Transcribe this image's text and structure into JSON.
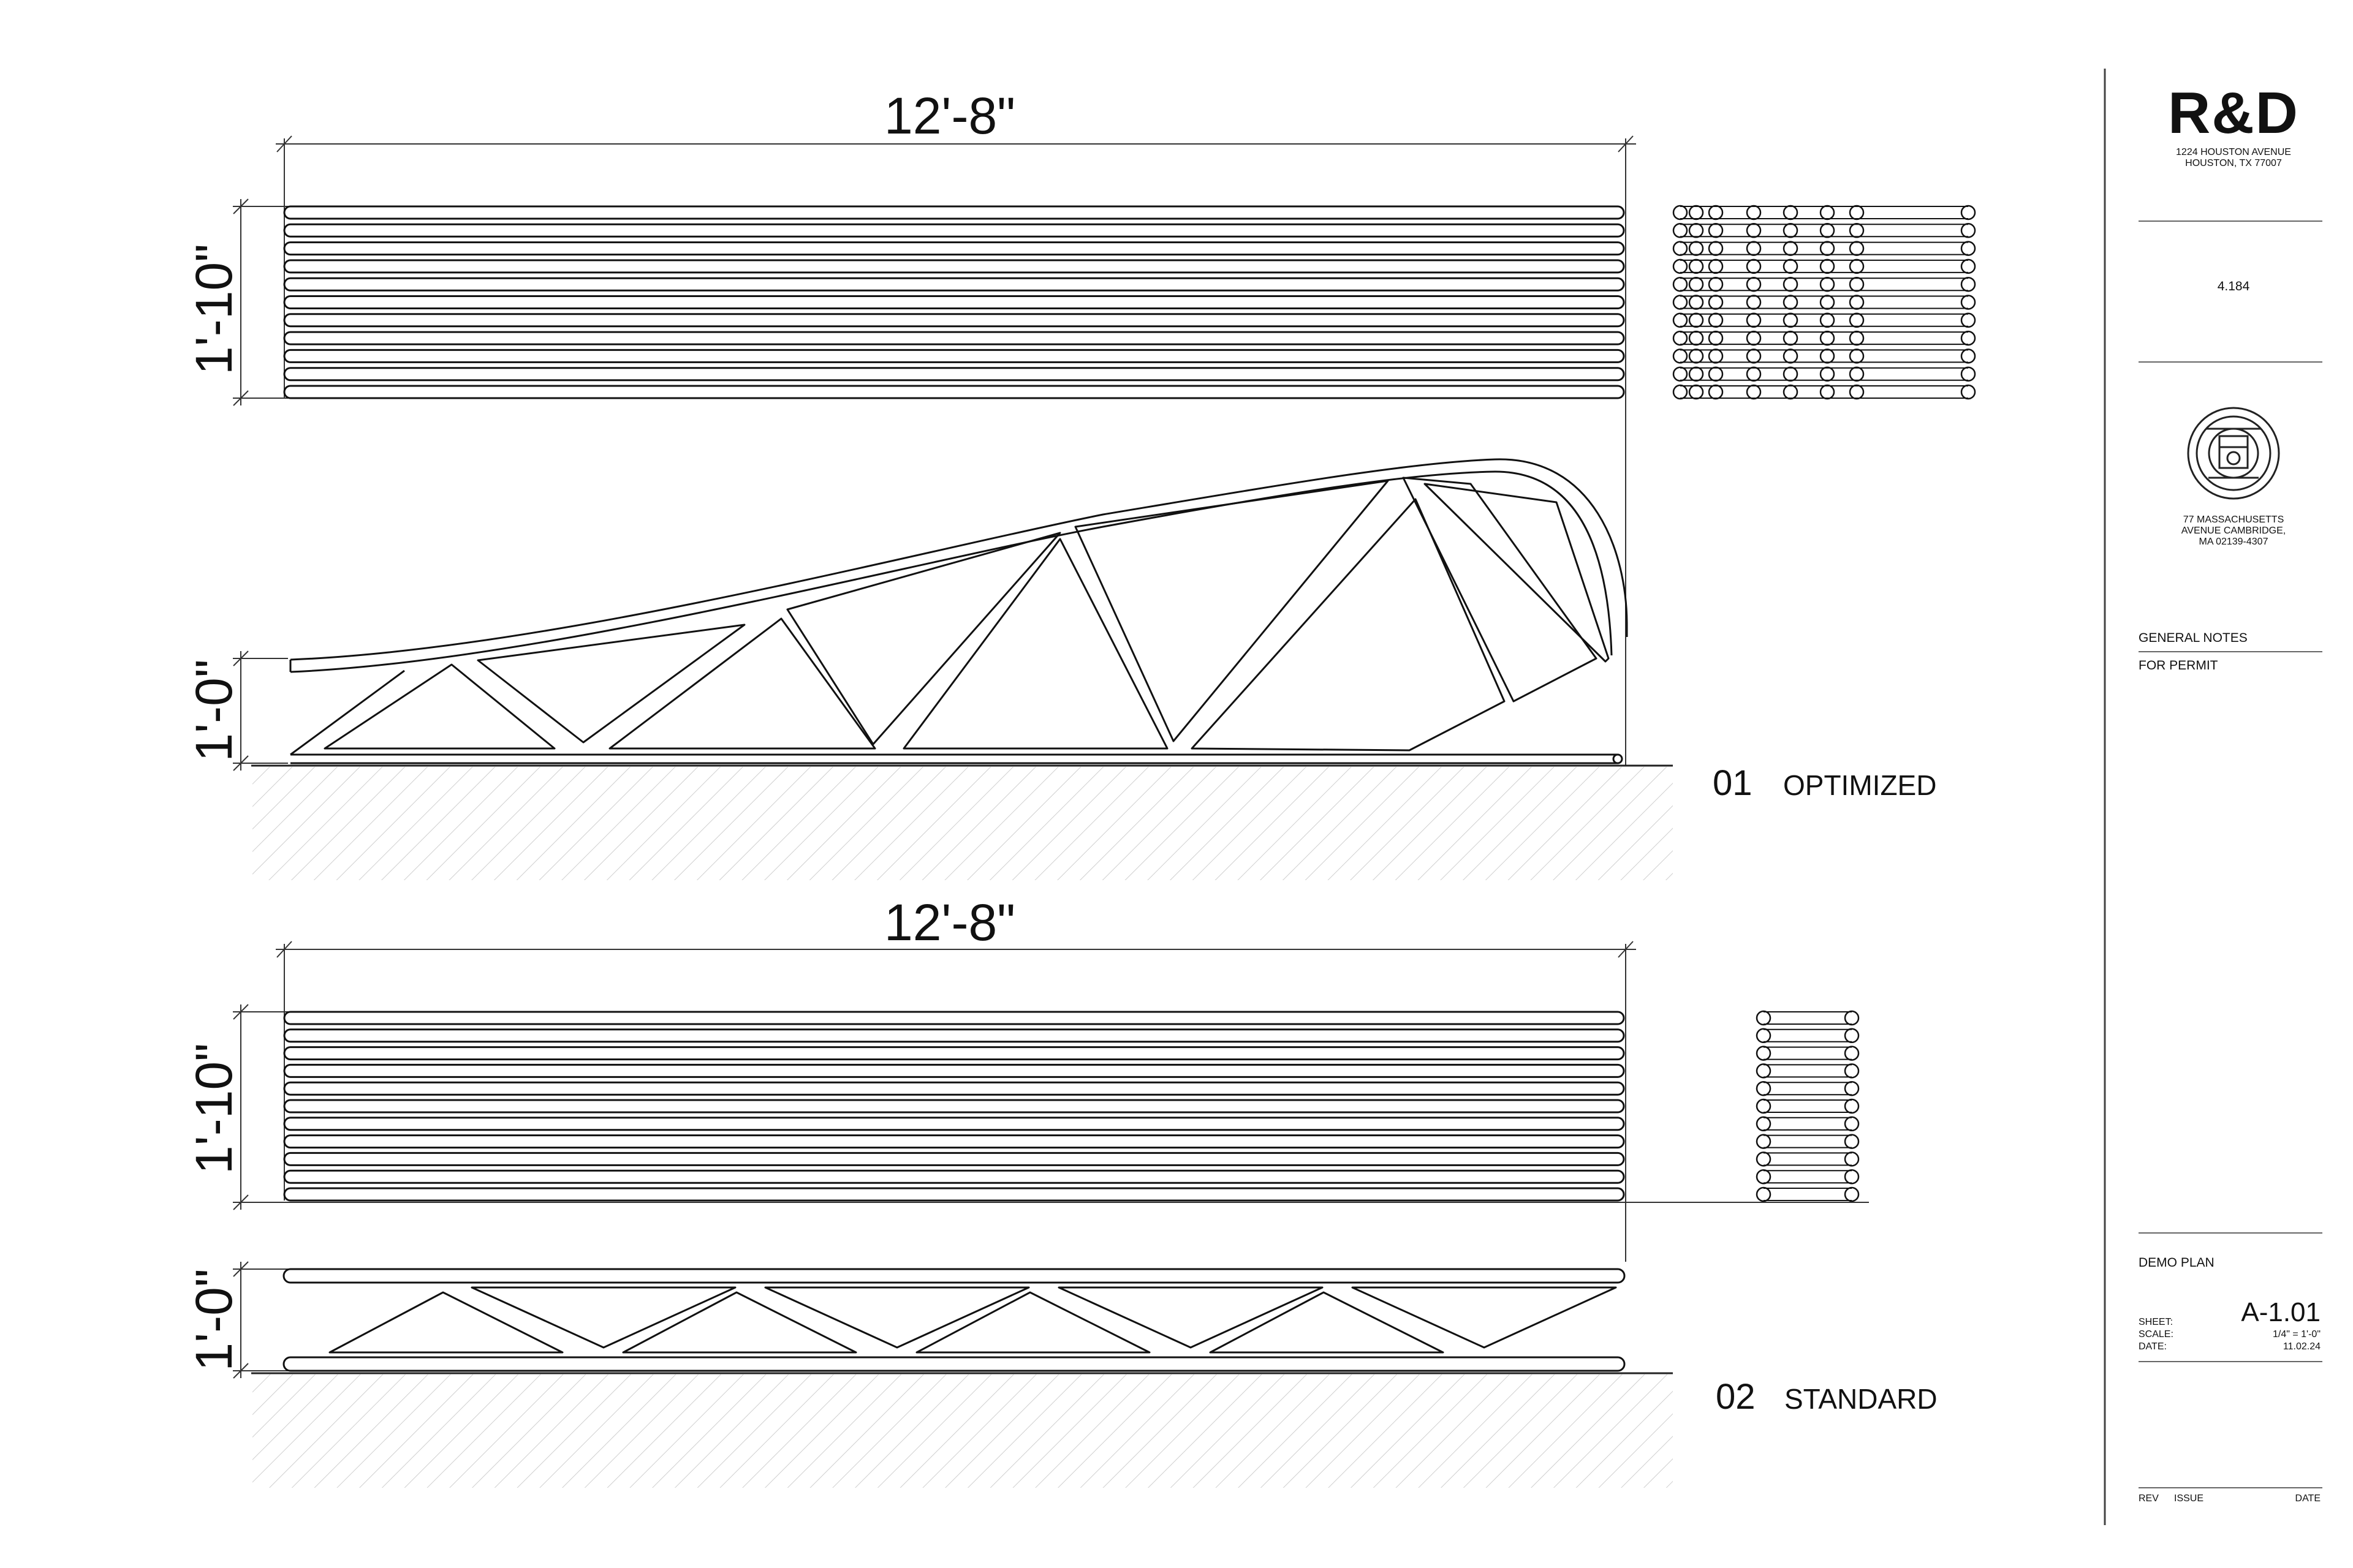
{
  "drawings": {
    "optimized": {
      "number": "01",
      "name": "OPTIMIZED",
      "width_dim": "12'-8\"",
      "stack_height_dim": "1'-10\"",
      "truss_height_dim": "1'-0\""
    },
    "standard": {
      "number": "02",
      "name": "STANDARD",
      "width_dim": "12'-8\"",
      "stack_height_dim": "1'-10\"",
      "truss_height_dim": "1'-0\""
    }
  },
  "title_block": {
    "firm": "R&D",
    "firm_address_1": "1224 HOUSTON AVENUE",
    "firm_address_2": "HOUSTON, TX 77007",
    "course": "4.184",
    "seal_icon": "mit-seal-icon",
    "inst_address_1": "77 MASSACHUSETTS",
    "inst_address_2": "AVENUE CAMBRIDGE,",
    "inst_address_3": "MA 02139-4307",
    "notes_title": "GENERAL NOTES",
    "notes_sub": "FOR PERMIT",
    "plan_title": "DEMO PLAN",
    "sheet_label": "SHEET:",
    "sheet_value": "A-1.01",
    "scale_label": "SCALE:",
    "scale_value": "1/4\" = 1'-0\"",
    "date_label": "DATE:",
    "date_value": "11.02.24",
    "rev_label": "REV",
    "issue_label": "ISSUE",
    "date_col_label": "DATE"
  }
}
